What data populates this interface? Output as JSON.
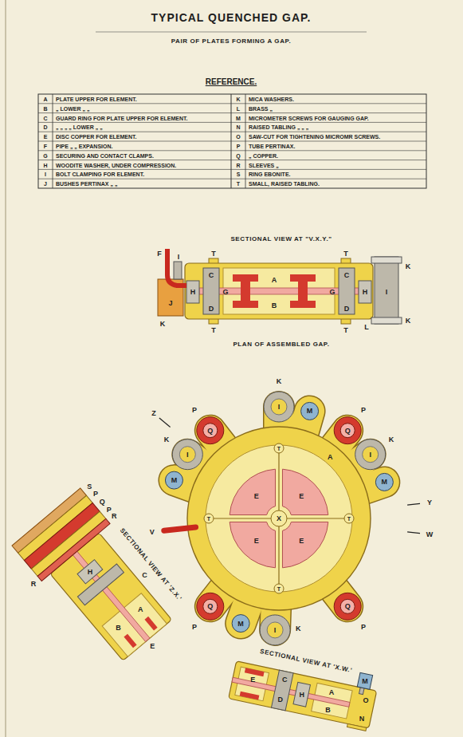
{
  "diagram": {
    "title": "TYPICAL QUENCHED GAP.",
    "labels": [
      "PAIR OF PLATES FORMING A GAP.",
      "REFERENCE.",
      "A",
      "PLATE UPPER FOR ELEMENT.",
      "B",
      "„ LOWER „ „",
      "C",
      "GUARD RING FOR PLATE UPPER FOR ELEMENT.",
      "D",
      "„ „ „ „ LOWER „ „",
      "E",
      "DISC COPPER FOR ELEMENT.",
      "F",
      "PIPE „ „ EXPANSION.",
      "G",
      "SECURING AND CONTACT CLAMPS.",
      "H",
      "WOODITE WASHER, UNDER COMPRESSION.",
      "I",
      "BOLT CLAMPING FOR ELEMENT.",
      "J",
      "BUSHES PERTINAX „ „",
      "K",
      "MICA WASHERS.",
      "L",
      "BRASS „",
      "M",
      "MICROMETER SCREWS FOR GAUGING GAP.",
      "N",
      "RAISED TABLING „ „ „",
      "O",
      "SAW-CUT FOR TIGHTENING MICROMR SCREWS.",
      "P",
      "TUBE PERTINAX.",
      "Q",
      "„ COPPER.",
      "R",
      "SLEEVES „",
      "S",
      "RING EBONITE.",
      "T",
      "SMALL, RAISED TABLING.",
      "SECTIONAL VIEW AT \"V.X.Y.\"",
      "PLAN OF ASSEMBLED GAP.",
      "SECTIONAL VIEW AT 'Z.X.'",
      "SECTIONAL VIEW AT 'X.W.'",
      "F",
      "I",
      "T",
      "T",
      "K",
      "J",
      "H",
      "C",
      "D",
      "G",
      "A",
      "B",
      "G",
      "C",
      "D",
      "H",
      "I",
      "K",
      "L",
      "K",
      "T",
      "T",
      "Z",
      "V",
      "Y",
      "W",
      "X",
      "A",
      "E",
      "E",
      "E",
      "E",
      "T",
      "T",
      "T",
      "T",
      "I",
      "I",
      "I",
      "I",
      "M",
      "M",
      "M",
      "M",
      "Q",
      "Q",
      "Q",
      "Q",
      "K",
      "K",
      "K",
      "K",
      "P",
      "P",
      "P",
      "P",
      "S",
      "P",
      "Q",
      "P",
      "R",
      "R",
      "H",
      "C",
      "A",
      "B",
      "E",
      "E",
      "C",
      "D",
      "H",
      "A",
      "B",
      "M",
      "O",
      "N"
    ]
  }
}
